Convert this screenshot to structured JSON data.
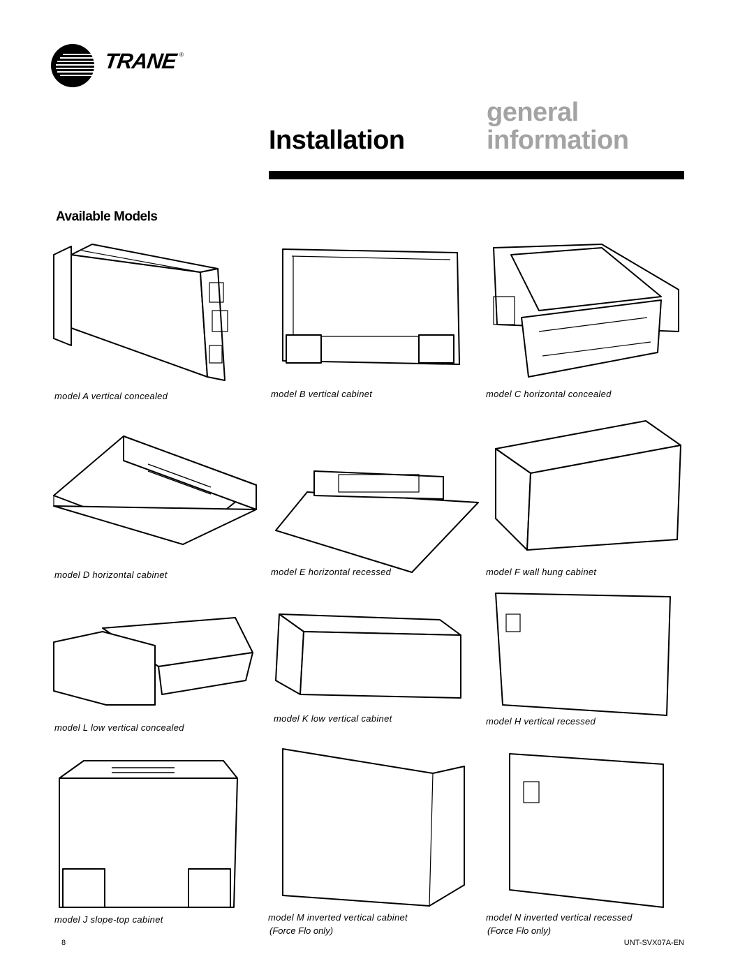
{
  "brand": {
    "name": "TRANE",
    "registered_mark": "®"
  },
  "header": {
    "title_left": "Installation",
    "title_right_top": "general",
    "title_right_bottom": "information"
  },
  "section_title": "Available Models",
  "models": [
    {
      "caption": "model A vertical concealed",
      "drawing": "vertical-concealed-unit"
    },
    {
      "caption": "model B vertical cabinet",
      "drawing": "vertical-cabinet-unit"
    },
    {
      "caption": "model C horizontal concealed",
      "drawing": "horizontal-concealed-unit"
    },
    {
      "caption": "model D horizontal cabinet",
      "drawing": "horizontal-cabinet-unit"
    },
    {
      "caption": "model E horizontal recessed",
      "drawing": "horizontal-recessed-unit"
    },
    {
      "caption": "model F wall hung cabinet",
      "drawing": "wall-hung-cabinet-unit"
    },
    {
      "caption": "model L low vertical concealed",
      "drawing": "low-vertical-concealed-unit"
    },
    {
      "caption": "model K low vertical cabinet",
      "drawing": "low-vertical-cabinet-unit"
    },
    {
      "caption": "model H vertical recessed",
      "drawing": "vertical-recessed-unit"
    },
    {
      "caption": "model J slope-top cabinet",
      "drawing": "slope-top-cabinet-unit"
    },
    {
      "caption": "model M inverted vertical cabinet",
      "caption_line2": "(Force Flo only)",
      "drawing": "inverted-vertical-cabinet-unit"
    },
    {
      "caption": "model N inverted vertical recessed",
      "caption_line2": "(Force Flo only)",
      "drawing": "inverted-vertical-recessed-unit"
    }
  ],
  "footer": {
    "page_number": "8",
    "doc_code": "UNT-SVX07A-EN"
  }
}
